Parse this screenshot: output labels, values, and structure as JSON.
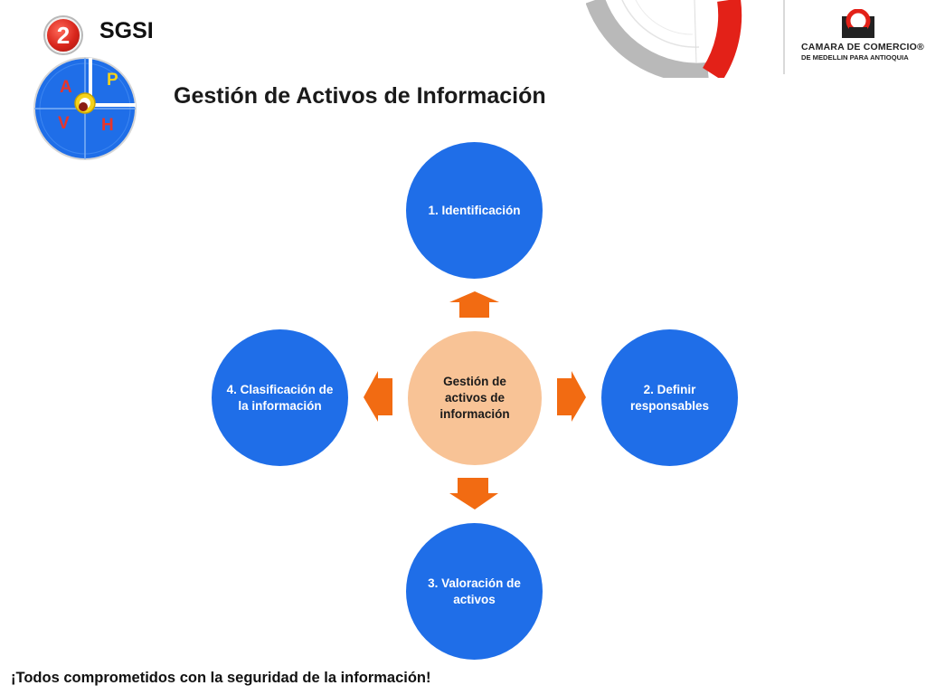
{
  "header": {
    "badge_number": "2",
    "app_label": "SGSI",
    "title": "Gestión de Activos de Información"
  },
  "phva": {
    "letters": {
      "a": "A",
      "p": "P",
      "v": "V",
      "h": "H"
    },
    "colors": {
      "circle": "#1f6ee8",
      "a": "#e8352a",
      "p": "#f5d21a",
      "v": "#e8352a",
      "h": "#e8352a"
    }
  },
  "logo": {
    "line1": "CAMARA DE COMERCIO®",
    "line2": "DE MEDELLIN PARA ANTIOQUIA"
  },
  "diagram": {
    "center": "Gestión de activos de información",
    "nodes": [
      {
        "label": "1. Identificación"
      },
      {
        "label": "2. Definir responsables"
      },
      {
        "label": "3. Valoración de activos"
      },
      {
        "label": "4. Clasificación de la información"
      }
    ],
    "colors": {
      "node": "#1f6ee8",
      "center": "#f8c396",
      "arrow": "#f26b12"
    }
  },
  "footer": {
    "text": "¡Todos comprometidos con la seguridad de la información!"
  }
}
